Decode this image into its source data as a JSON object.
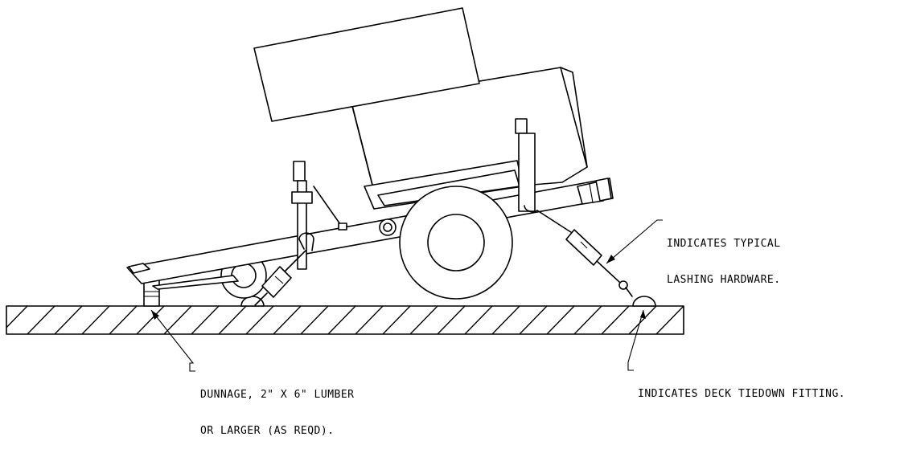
{
  "labels": {
    "lashing_line1": "INDICATES TYPICAL",
    "lashing_line2": "LASHING HARDWARE.",
    "dunnage_line1": "DUNNAGE, 2\" X 6\" LUMBER",
    "dunnage_line2": "OR LARGER (AS REQD).",
    "fitting": "INDICATES DECK TIEDOWN FITTING."
  }
}
